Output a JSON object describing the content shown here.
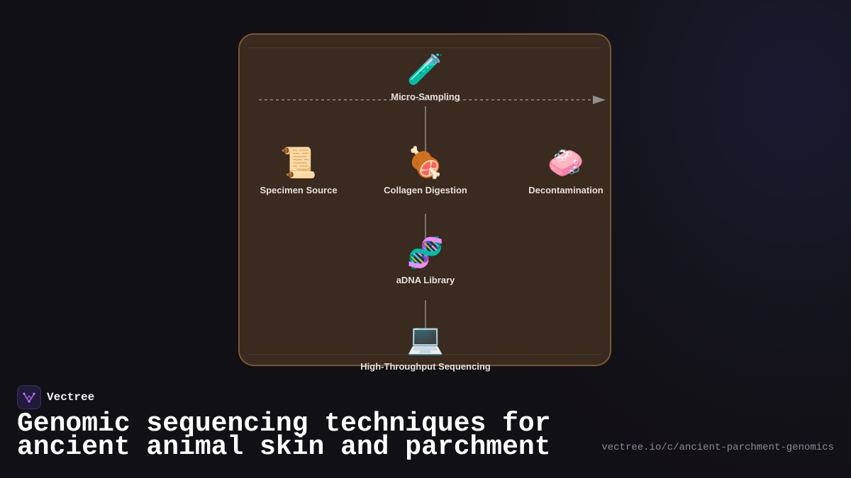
{
  "diagram": {
    "nodes": [
      {
        "id": "micro_sampling",
        "label": "Micro-Sampling",
        "icon": "test-tube-icon",
        "glyph": "🧪"
      },
      {
        "id": "specimen_source",
        "label": "Specimen Source",
        "icon": "scroll-icon",
        "glyph": "📜"
      },
      {
        "id": "collagen_digestion",
        "label": "Collagen Digestion",
        "icon": "meat-on-bone-icon",
        "glyph": "🍖"
      },
      {
        "id": "decontamination",
        "label": "Decontamination",
        "icon": "soap-icon",
        "glyph": "🧼"
      },
      {
        "id": "adna_library",
        "label": "aDNA Library",
        "icon": "dna-icon",
        "glyph": "🧬"
      },
      {
        "id": "sequencing",
        "label": "High-Throughput Sequencing",
        "icon": "laptop-icon",
        "glyph": "💻"
      }
    ],
    "edges": [
      {
        "from": "micro_sampling",
        "to": "collagen_digestion",
        "style": "solid"
      },
      {
        "from": "collagen_digestion",
        "to": "adna_library",
        "style": "solid"
      },
      {
        "from": "adna_library",
        "to": "sequencing",
        "style": "solid"
      },
      {
        "from": "left-edge",
        "to": "right-edge",
        "style": "dashed-arrow"
      }
    ],
    "colors": {
      "panel_fill": "#3a2a1f",
      "panel_border": "#7a5734",
      "edge": "#8f8f8f",
      "label": "#e6e0da"
    }
  },
  "brand": {
    "name": "Vectree",
    "logo_icon": "vectree-logo-icon",
    "accent": "#9b5de5"
  },
  "headline": {
    "line1": "Genomic sequencing techniques for",
    "line2": "ancient animal skin and parchment"
  },
  "url": "vectree.io/c/ancient-parchment-genomics"
}
